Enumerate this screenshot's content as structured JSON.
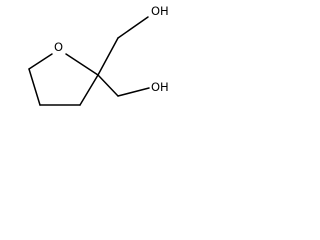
{
  "structure": {
    "ring_oxygen": "O",
    "hydroxyl_top": "OH",
    "hydroxyl_bottom": "OH"
  },
  "colors": {
    "background": "#ffffff",
    "bond": "#000000",
    "label": "#000000"
  }
}
